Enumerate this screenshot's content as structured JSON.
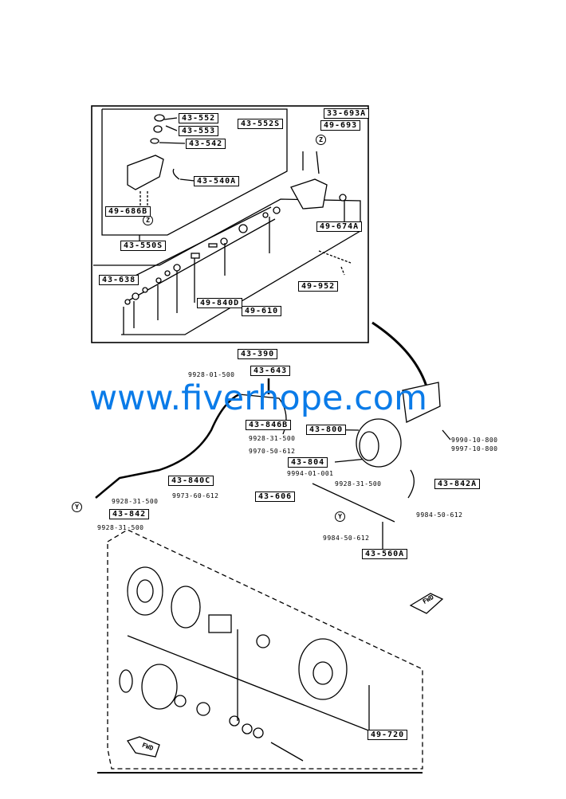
{
  "watermark": "www.fiverhope.com",
  "fwd_label": "FWD",
  "circle_markers": {
    "z": "Z",
    "y": "Y"
  },
  "callouts": {
    "c43_552": "43-552",
    "c43_553": "43-553",
    "c43_552S": "43-552S",
    "c43_542": "43-542",
    "c43_540A": "43-540A",
    "c49_686B": "49-686B",
    "c43_550S": "43-550S",
    "c33_693A": "33-693A",
    "c49_693": "49-693",
    "c49_674A": "49-674A",
    "c49_952": "49-952",
    "c43_638": "43-638",
    "c49_840D": "49-840D",
    "c49_610": "49-610",
    "c43_390": "43-390",
    "c43_643": "43-643",
    "c43_846B": "43-846B",
    "c43_800": "43-800",
    "c43_804": "43-804",
    "c43_840C": "43-840C",
    "c43_842A": "43-842A",
    "c43_606": "43-606",
    "c43_842": "43-842",
    "c43_560A": "43-560A",
    "c49_720": "49-720"
  },
  "part_numbers": {
    "p1": "9928-01-500",
    "p2": "9928-31-500",
    "p3": "9970-50-612",
    "p4": "9994-01-001",
    "p5": "9928-31-500",
    "p6": "9973-60-612",
    "p7": "9928-31-500",
    "p8": "9928-31-500",
    "p9": "9990-10-800",
    "p10": "9997-10-800",
    "p11": "9984-50-612",
    "p12": "9984-50-612"
  }
}
